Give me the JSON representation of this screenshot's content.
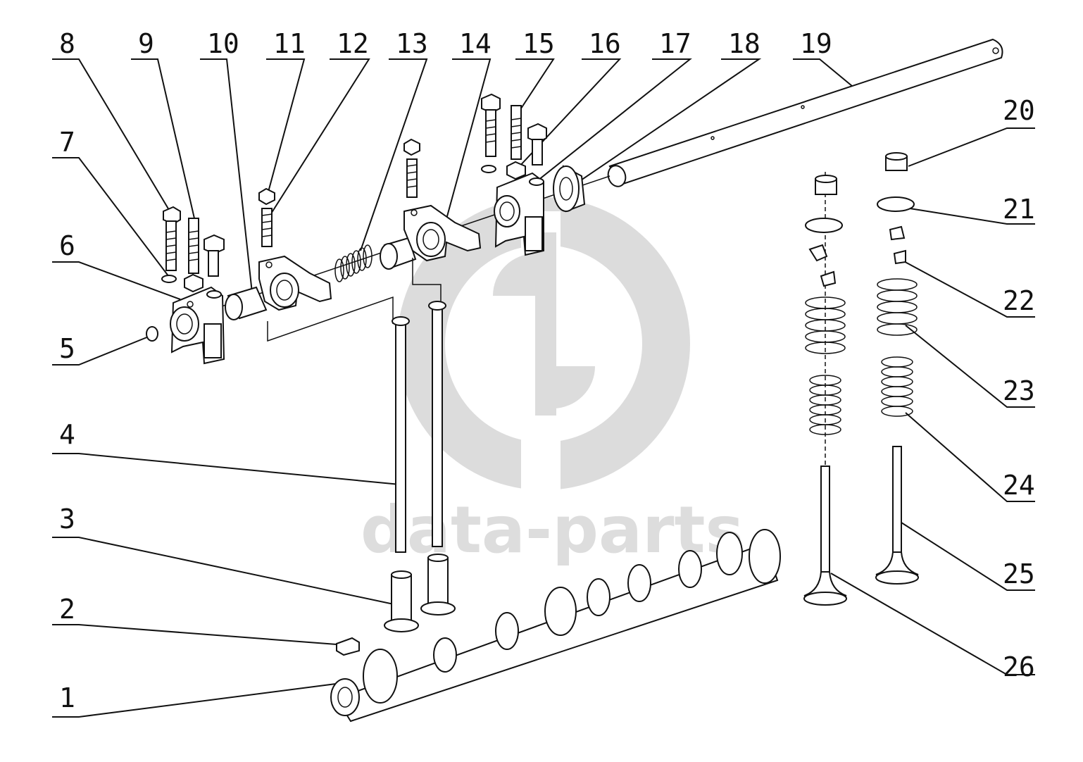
{
  "watermark": {
    "text": "data-parts",
    "color": "#dddddd"
  },
  "callouts": [
    "1",
    "2",
    "3",
    "4",
    "5",
    "6",
    "7",
    "8",
    "9",
    "10",
    "11",
    "12",
    "13",
    "14",
    "15",
    "16",
    "17",
    "18",
    "19",
    "20",
    "21",
    "22",
    "23",
    "24",
    "25",
    "26"
  ]
}
